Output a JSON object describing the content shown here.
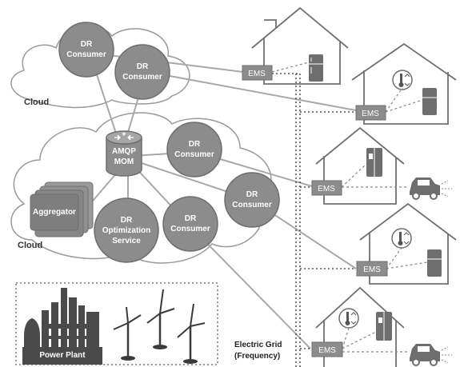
{
  "clouds": {
    "top_label": "Cloud",
    "bottom_label": "Cloud"
  },
  "nodes": {
    "dr_consumer_line1": "DR",
    "dr_consumer_line2": "Consumer",
    "mom_line1": "AMQP",
    "mom_line2": "MOM",
    "aggregator": "Aggregator",
    "optimization_line1": "DR",
    "optimization_line2": "Optimization",
    "optimization_line3": "Service"
  },
  "ems_label": "EMS",
  "power_plant_label": "Power Plant",
  "grid_label_line1": "Electric Grid",
  "grid_label_line2": "(Frequency)",
  "icons": [
    "house-icon",
    "fridge-icon",
    "thermostat-icon",
    "car-icon",
    "wind-turbine-icon",
    "power-plant-icon",
    "router-icon"
  ]
}
